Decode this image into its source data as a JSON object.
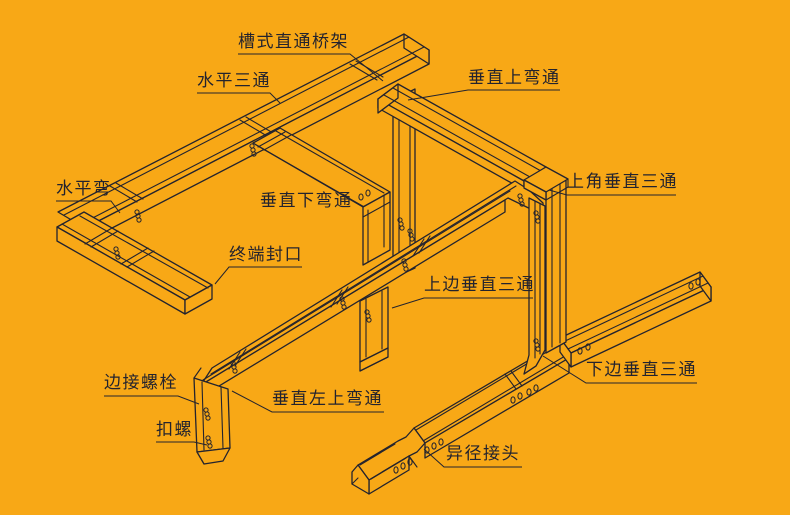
{
  "diagram": {
    "description": "isometric line drawing of a trough-type cable tray (bridge rack) installation with fitting callouts",
    "background_color": "#F8A816",
    "line_color": "#23232E",
    "labels": [
      {
        "id": "trough-straight-tray",
        "text": "槽式直通桥架"
      },
      {
        "id": "horizontal-tee",
        "text": "水平三通"
      },
      {
        "id": "vertical-up-bend",
        "text": "垂直上弯通"
      },
      {
        "id": "horizontal-bend",
        "text": "水平弯"
      },
      {
        "id": "vertical-down-bend",
        "text": "垂直下弯通"
      },
      {
        "id": "top-corner-vertical-tee",
        "text": "上角垂直三通"
      },
      {
        "id": "terminal-end-cap",
        "text": "终端封口"
      },
      {
        "id": "top-side-vertical-tee",
        "text": "上边垂直三通"
      },
      {
        "id": "bottom-side-vertical-tee",
        "text": "下边垂直三通"
      },
      {
        "id": "edge-connecting-bolt",
        "text": "边接螺栓"
      },
      {
        "id": "buckle-screw",
        "text": "扣螺"
      },
      {
        "id": "vertical-left-up-bend",
        "text": "垂直左上弯通"
      },
      {
        "id": "reducer-joint",
        "text": "异径接头"
      }
    ]
  }
}
